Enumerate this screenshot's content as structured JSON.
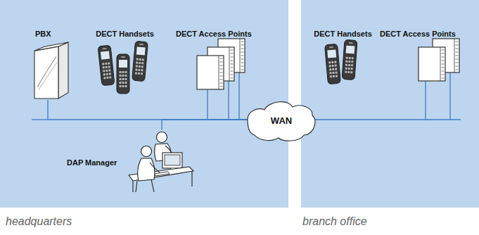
{
  "diagram": {
    "nodes": [
      {
        "text": [
          "headquarters"
        ]
      },
      {
        "text": [
          "PBX"
        ],
        "in": 0
      },
      {
        "text": [
          "DECT Handsets"
        ],
        "in": 0
      },
      {
        "text": [
          "DECT Access Points"
        ],
        "in": 0
      },
      {
        "text": [
          "DAP Manager"
        ],
        "in": 0
      },
      {
        "text": [
          "WAN"
        ]
      },
      {
        "text": [
          "branch office"
        ]
      },
      {
        "text": [
          "DECT Handsets"
        ],
        "in": 6
      },
      {
        "text": [
          "DECT Access Points"
        ],
        "in": 6
      }
    ],
    "edges": [
      {
        "from": 1,
        "to": 5,
        "arrow": "none"
      },
      {
        "from": 3,
        "to": 5,
        "arrow": "none"
      },
      {
        "from": 4,
        "to": 5,
        "arrow": "none"
      },
      {
        "from": 5,
        "to": 8,
        "arrow": "none"
      }
    ]
  }
}
